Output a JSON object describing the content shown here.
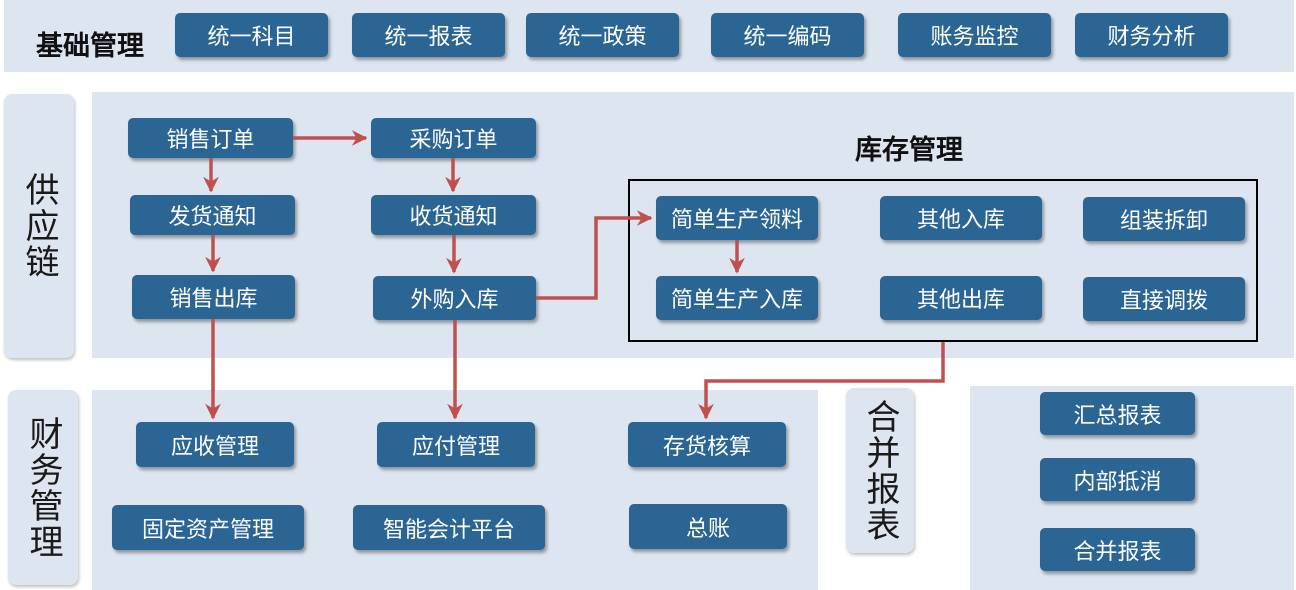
{
  "basic": {
    "title": "基础管理",
    "buttons": [
      "统一科目",
      "统一报表",
      "统一政策",
      "统一编码",
      "账务监控",
      "财务分析"
    ]
  },
  "supply_chain": {
    "label": "供应链",
    "sales_order": "销售订单",
    "purchase_order": "采购订单",
    "delivery_notice": "发货通知",
    "receipt_notice": "收货通知",
    "sales_outbound": "销售出库",
    "purchase_inbound": "外购入库"
  },
  "inventory": {
    "title": "库存管理",
    "simple_prod_pick": "简单生产领料",
    "simple_prod_in": "简单生产入库",
    "other_in": "其他入库",
    "other_out": "其他出库",
    "assembly": "组装拆卸",
    "direct_transfer": "直接调拨"
  },
  "finance": {
    "label": "财务管理",
    "receivable": "应收管理",
    "payable": "应付管理",
    "inventory_accounting": "存货核算",
    "fixed_assets": "固定资产管理",
    "smart_accounting": "智能会计平台",
    "general_ledger": "总账"
  },
  "consolidation": {
    "label": "合并报表",
    "summary": "汇总报表",
    "elimination": "内部抵消",
    "consolidated": "合并报表"
  },
  "colors": {
    "box": "#2b6593",
    "panel": "#dde5f0",
    "arrow": "#c0504d"
  }
}
